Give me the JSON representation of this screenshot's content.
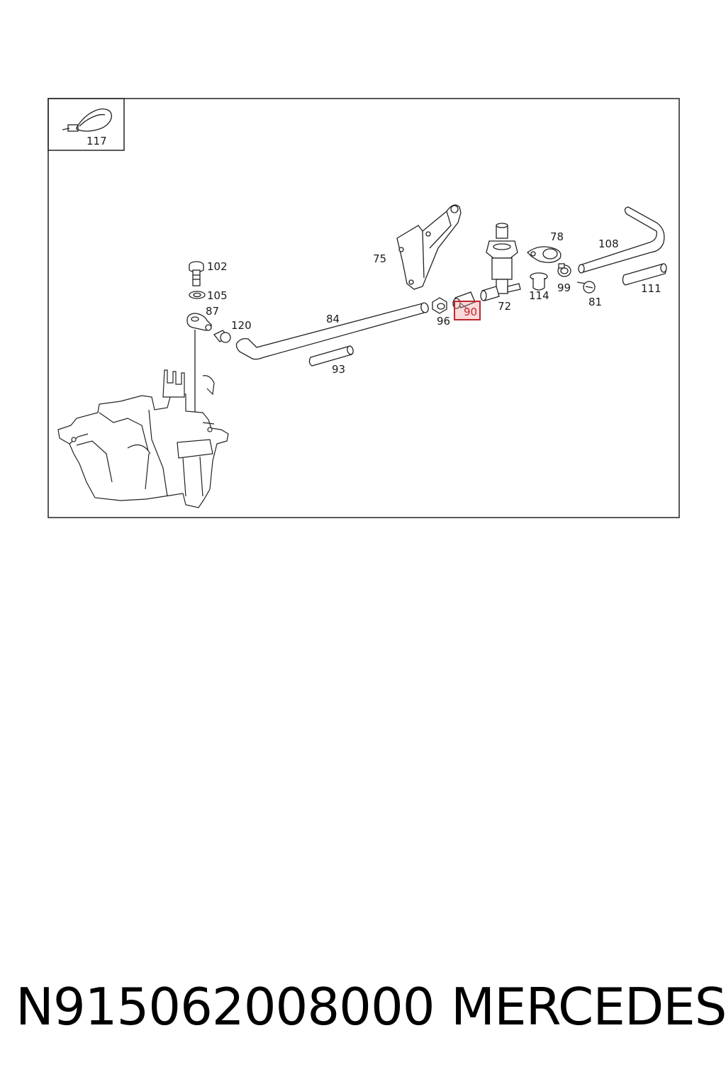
{
  "diagram": {
    "callouts": {
      "c117": "117",
      "c102": "102",
      "c105": "105",
      "c87": "87",
      "c120": "120",
      "c84": "84",
      "c93": "93",
      "c75": "75",
      "c96": "96",
      "c90": "90",
      "c72": "72",
      "c78": "78",
      "c114": "114",
      "c99": "99",
      "c81": "81",
      "c108": "108",
      "c111": "111"
    },
    "highlight_color": "#c0272d"
  },
  "caption": {
    "part_number": "N915062008000",
    "brand": "MERCEDES"
  }
}
